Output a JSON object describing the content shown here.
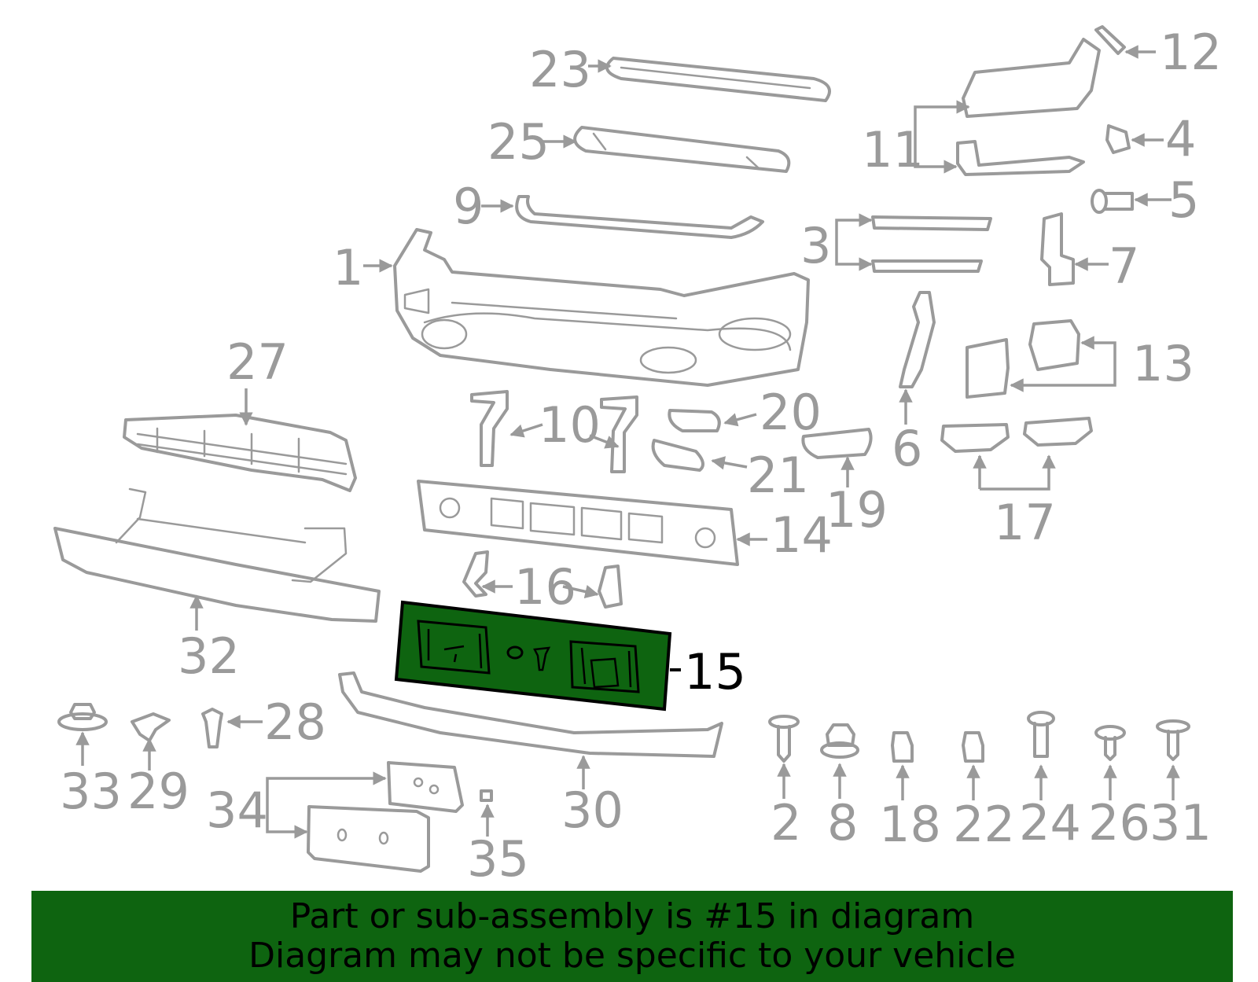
{
  "colors": {
    "highlight": "#0e6410",
    "part_stroke": "#9a9a9a",
    "callout_text": "#9a9a9a",
    "highlight_text": "#000000"
  },
  "highlighted_callout": "15",
  "callouts": {
    "c1": "1",
    "c2": "2",
    "c3": "3",
    "c4": "4",
    "c5": "5",
    "c6": "6",
    "c7": "7",
    "c8": "8",
    "c9": "9",
    "c10": "10",
    "c11": "11",
    "c12": "12",
    "c13": "13",
    "c14": "14",
    "c15": "15",
    "c16": "16",
    "c17": "17",
    "c18": "18",
    "c19": "19",
    "c20": "20",
    "c21": "21",
    "c22": "22",
    "c23": "23",
    "c24": "24",
    "c25": "25",
    "c26": "26",
    "c27": "27",
    "c28": "28",
    "c29": "29",
    "c30": "30",
    "c31": "31",
    "c32": "32",
    "c33": "33",
    "c34": "34",
    "c35": "35"
  },
  "footer": {
    "line1": "Part or sub-assembly is #15 in diagram",
    "line2": "Diagram may not be specific to your vehicle"
  }
}
